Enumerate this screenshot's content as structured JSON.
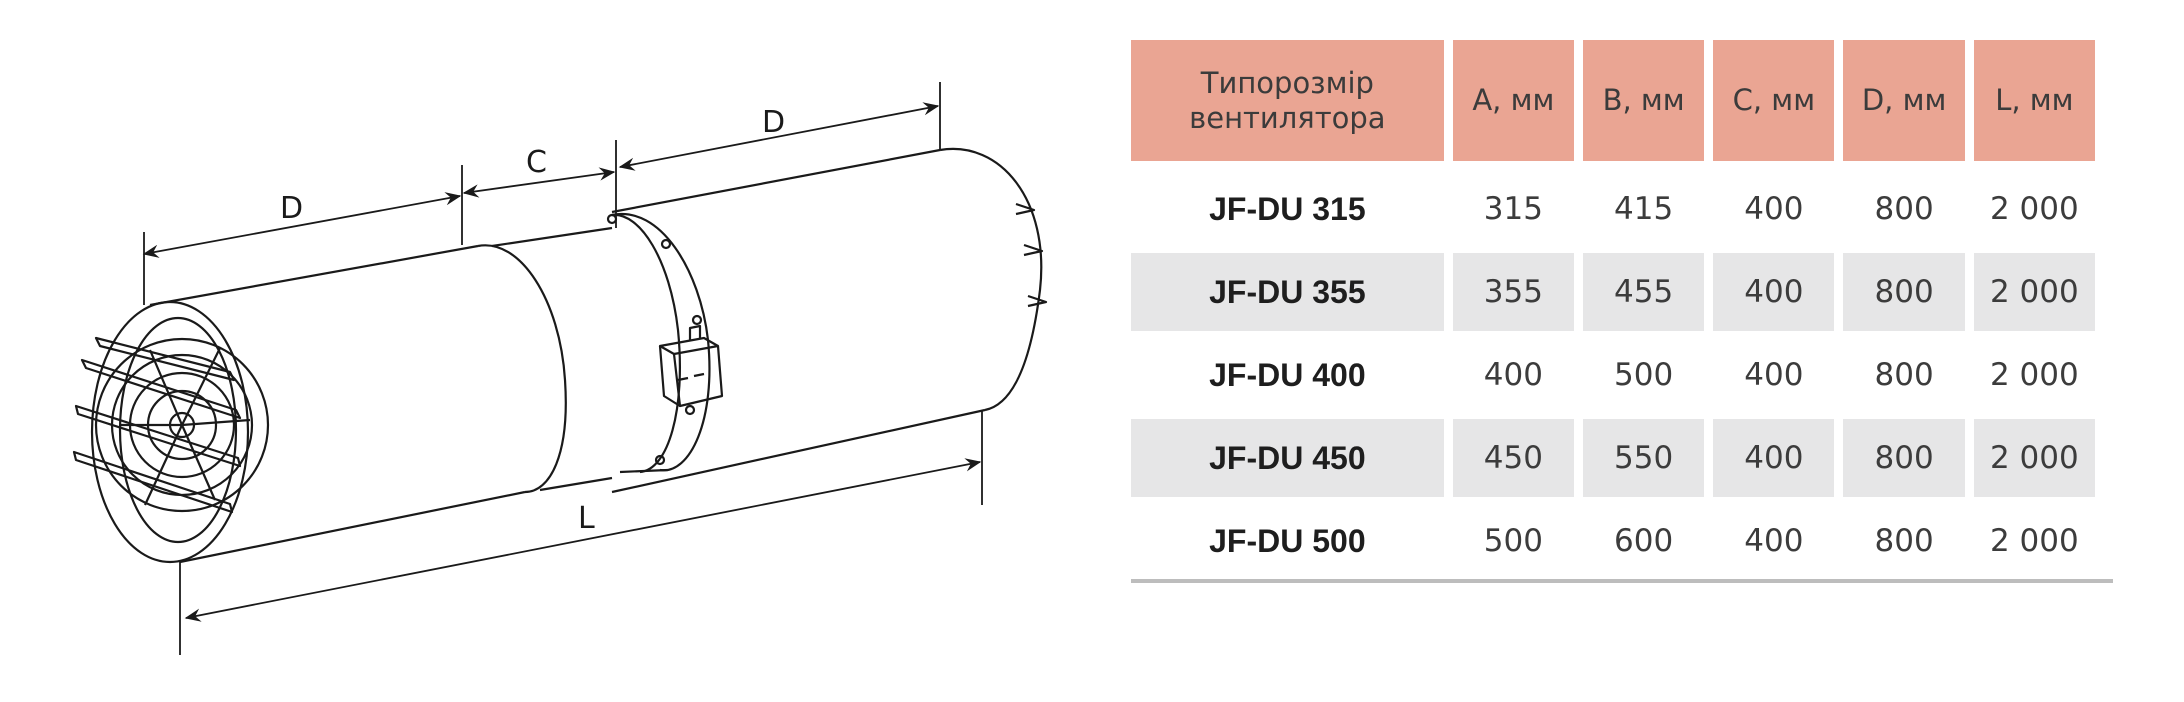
{
  "drawing": {
    "dimension_labels": {
      "d_left": "D",
      "c": "C",
      "d_right": "D",
      "l": "L"
    }
  },
  "table": {
    "headers": [
      "Типорозмір вентилятора",
      "A, мм",
      "B, мм",
      "C, мм",
      "D, мм",
      "L, мм"
    ],
    "rows": [
      [
        "JF-DU 315",
        "315",
        "415",
        "400",
        "800",
        "2 000"
      ],
      [
        "JF-DU 355",
        "355",
        "455",
        "400",
        "800",
        "2 000"
      ],
      [
        "JF-DU 400",
        "400",
        "500",
        "400",
        "800",
        "2 000"
      ],
      [
        "JF-DU 450",
        "450",
        "550",
        "400",
        "800",
        "2 000"
      ],
      [
        "JF-DU 500",
        "500",
        "600",
        "400",
        "800",
        "2 000"
      ]
    ]
  },
  "colors": {
    "header_background": "#eaa593",
    "stripe_background": "#e6e6e7",
    "line": "#1a1a1a"
  }
}
